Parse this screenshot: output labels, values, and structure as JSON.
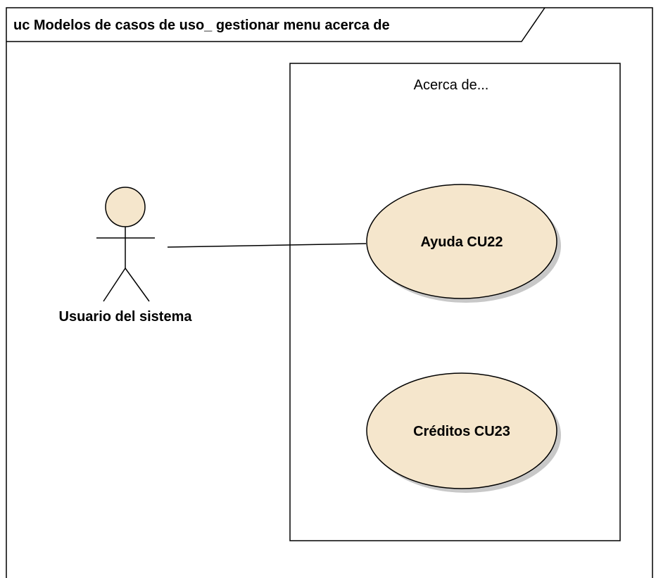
{
  "frame": {
    "title": "uc Modelos de casos de uso_ gestionar menu acerca de"
  },
  "system_boundary": {
    "label": "Acerca de..."
  },
  "actor": {
    "name": "Usuario del sistema",
    "fill_color": "#f5e6cc"
  },
  "use_cases": [
    {
      "label": "Ayuda CU22"
    },
    {
      "label": "Créditos CU23"
    }
  ],
  "colors": {
    "use_case_fill": "#f5e6cc",
    "shadow": "#c8c8c8",
    "line": "#000000"
  }
}
